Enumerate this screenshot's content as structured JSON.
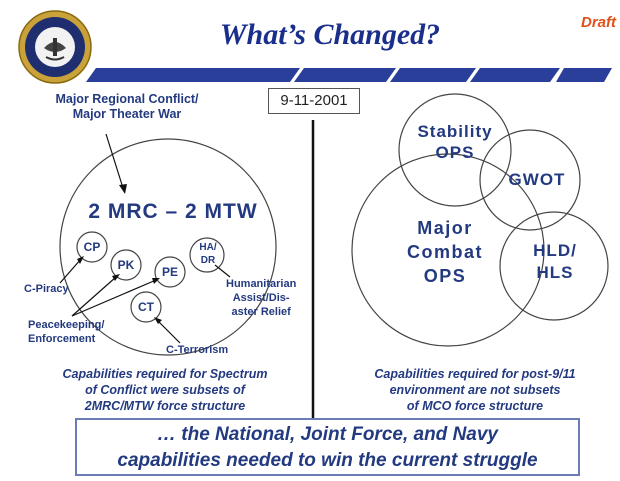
{
  "header": {
    "title": "What’s Changed?",
    "draft": "Draft"
  },
  "date": "9-11-2001",
  "left": {
    "mrc_label_line1": "Major Regional Conflict/",
    "mrc_label_line2": "Major Theater War",
    "big_circle_text": "2 MRC – 2 MTW",
    "small_circles": [
      "CP",
      "PK",
      "PE",
      "CT",
      "HA/ DR"
    ],
    "label_cpiracy": "C-Piracy",
    "label_peacekeeping_line1": "Peacekeeping/",
    "label_peacekeeping_line2": "Enforcement",
    "label_cterrorism": "C-Terrorism",
    "label_humanitarian_line1": "Humanitarian",
    "label_humanitarian_line2": "Assist/Dis-",
    "label_humanitarian_line3": "aster Relief",
    "caption_line1": "Capabilities required for Spectrum",
    "caption_line2": "of Conflict were subsets of",
    "caption_line3": "2MRC/MTW force structure"
  },
  "right": {
    "stability_line1": "Stability",
    "stability_line2": "OPS",
    "gwot": "GWOT",
    "mco_line1": "Major",
    "mco_line2": "Combat",
    "mco_line3": "OPS",
    "hld_line1": "HLD/",
    "hld_line2": "HLS",
    "caption_line1": "Capabilities required for post-9/11",
    "caption_line2": "environment are not subsets",
    "caption_line3": "of  MCO force structure"
  },
  "bottom": {
    "line1": "… the National, Joint Force, and Navy",
    "line2": "capabilities needed to win the current struggle"
  },
  "colors": {
    "navy": "#1a2f8c",
    "band": "#2a3f9a",
    "draft": "#e05018"
  }
}
